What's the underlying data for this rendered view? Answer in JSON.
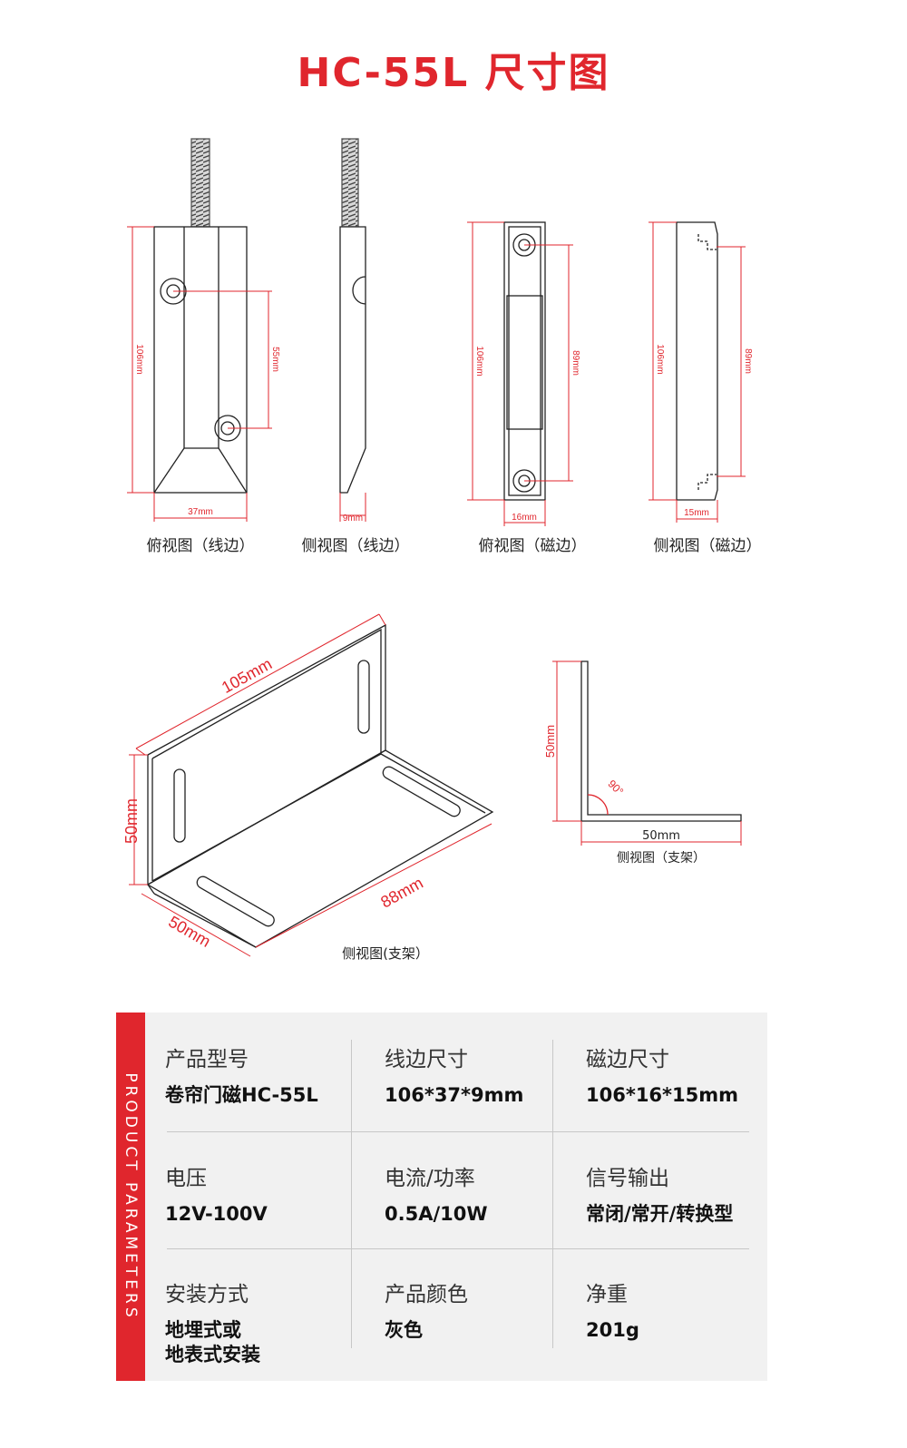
{
  "title": "HC-55L 尺寸图",
  "views": {
    "wire_top": {
      "height": "106mm",
      "hole_spacing": "55mm",
      "width": "37mm",
      "caption": "俯视图（线边）"
    },
    "wire_side": {
      "thickness": "9mm",
      "caption": "侧视图（线边）"
    },
    "magnet_top": {
      "height": "106mm",
      "hole_spacing": "89mm",
      "width": "16mm",
      "caption": "俯视图（磁边）"
    },
    "magnet_side": {
      "height": "106mm",
      "hole_spacing": "89mm",
      "width": "15mm",
      "caption": "侧视图（磁边）"
    },
    "bracket_3d": {
      "length": "105mm",
      "height": "50mm",
      "depth": "50mm",
      "width": "88mm",
      "caption": "侧视图(支架）"
    },
    "bracket_side": {
      "height": "50mm",
      "angle": "90°",
      "base": "50mm",
      "caption": "侧视图（支架）"
    }
  },
  "params": {
    "side_label": "PRODUCT PARAMETERS",
    "cells": [
      {
        "label": "产品型号",
        "value": "卷帘门磁HC-55L"
      },
      {
        "label": "线边尺寸",
        "value": "106*37*9mm"
      },
      {
        "label": "磁边尺寸",
        "value": "106*16*15mm"
      },
      {
        "label": "电压",
        "value": "12V-100V"
      },
      {
        "label": "电流/功率",
        "value": "0.5A/10W"
      },
      {
        "label": "信号输出",
        "value": "常闭/常开/转换型"
      },
      {
        "label": "安装方式",
        "value": "地埋式或\n地表式安装"
      },
      {
        "label": "产品颜色",
        "value": "灰色"
      },
      {
        "label": "净重",
        "value": "201g"
      }
    ]
  },
  "colors": {
    "accent": "#e0262d",
    "panel": "#f1f1f1",
    "line": "#222222"
  }
}
